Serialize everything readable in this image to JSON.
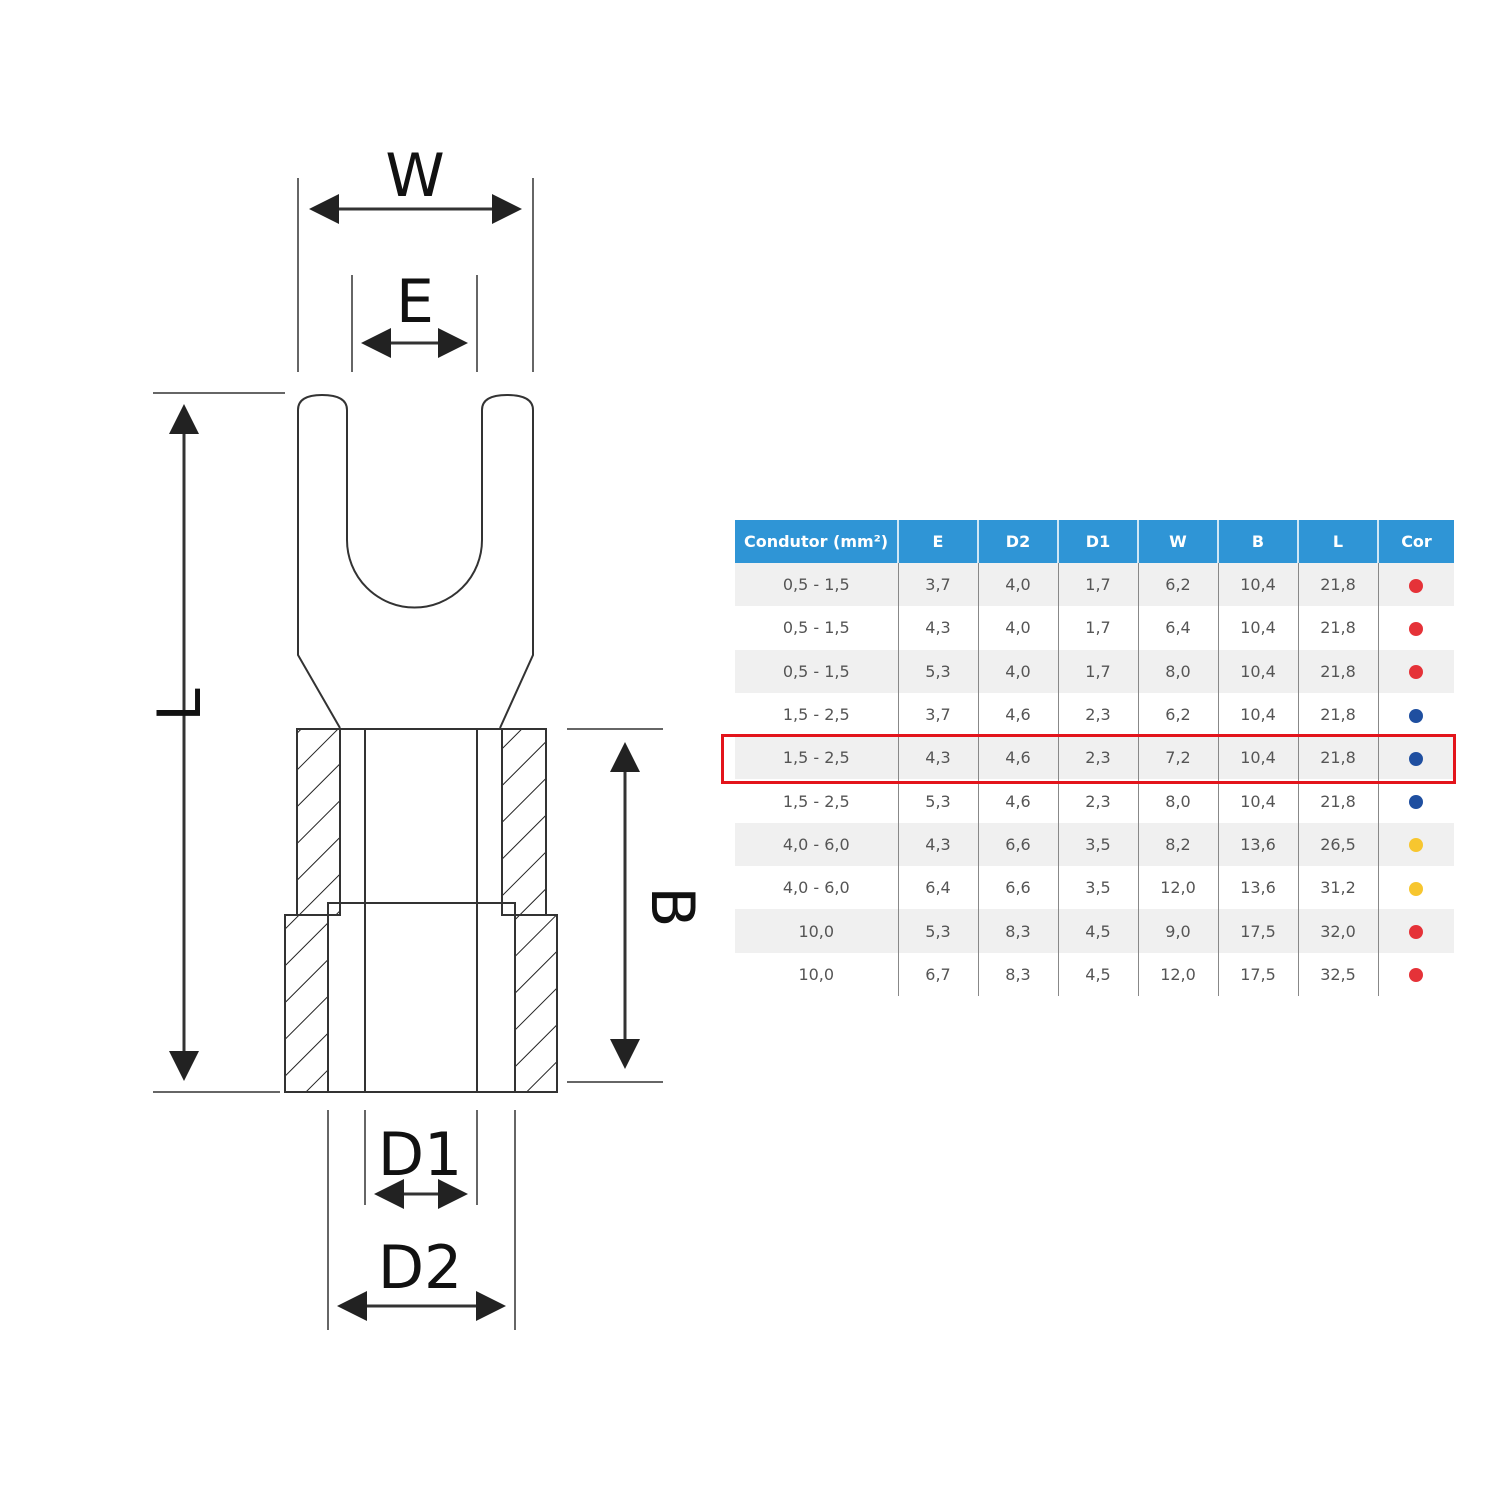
{
  "diagram": {
    "labels": {
      "W": "W",
      "E": "E",
      "L": "L",
      "B": "B",
      "D1": "D1",
      "D2": "D2"
    }
  },
  "table": {
    "headers": [
      "Condutor (mm²)",
      "E",
      "D2",
      "D1",
      "W",
      "B",
      "L",
      "Cor"
    ],
    "highlighted_row": 4,
    "highlight_color": "#e3141b",
    "colors": {
      "red": "#e53238",
      "blue": "#1f4fa0",
      "yellow": "#f7c62f"
    },
    "rows": [
      {
        "condutor": "0,5 - 1,5",
        "E": "3,7",
        "D2": "4,0",
        "D1": "1,7",
        "W": "6,2",
        "B": "10,4",
        "L": "21,8",
        "cor": "red"
      },
      {
        "condutor": "0,5 - 1,5",
        "E": "4,3",
        "D2": "4,0",
        "D1": "1,7",
        "W": "6,4",
        "B": "10,4",
        "L": "21,8",
        "cor": "red"
      },
      {
        "condutor": "0,5 - 1,5",
        "E": "5,3",
        "D2": "4,0",
        "D1": "1,7",
        "W": "8,0",
        "B": "10,4",
        "L": "21,8",
        "cor": "red"
      },
      {
        "condutor": "1,5 - 2,5",
        "E": "3,7",
        "D2": "4,6",
        "D1": "2,3",
        "W": "6,2",
        "B": "10,4",
        "L": "21,8",
        "cor": "blue"
      },
      {
        "condutor": "1,5 - 2,5",
        "E": "4,3",
        "D2": "4,6",
        "D1": "2,3",
        "W": "7,2",
        "B": "10,4",
        "L": "21,8",
        "cor": "blue"
      },
      {
        "condutor": "1,5 - 2,5",
        "E": "5,3",
        "D2": "4,6",
        "D1": "2,3",
        "W": "8,0",
        "B": "10,4",
        "L": "21,8",
        "cor": "blue"
      },
      {
        "condutor": "4,0 - 6,0",
        "E": "4,3",
        "D2": "6,6",
        "D1": "3,5",
        "W": "8,2",
        "B": "13,6",
        "L": "26,5",
        "cor": "yellow"
      },
      {
        "condutor": "4,0 - 6,0",
        "E": "6,4",
        "D2": "6,6",
        "D1": "3,5",
        "W": "12,0",
        "B": "13,6",
        "L": "31,2",
        "cor": "yellow"
      },
      {
        "condutor": "10,0",
        "E": "5,3",
        "D2": "8,3",
        "D1": "4,5",
        "W": "9,0",
        "B": "17,5",
        "L": "32,0",
        "cor": "red"
      },
      {
        "condutor": "10,0",
        "E": "6,7",
        "D2": "8,3",
        "D1": "4,5",
        "W": "12,0",
        "B": "17,5",
        "L": "32,5",
        "cor": "red"
      }
    ]
  }
}
